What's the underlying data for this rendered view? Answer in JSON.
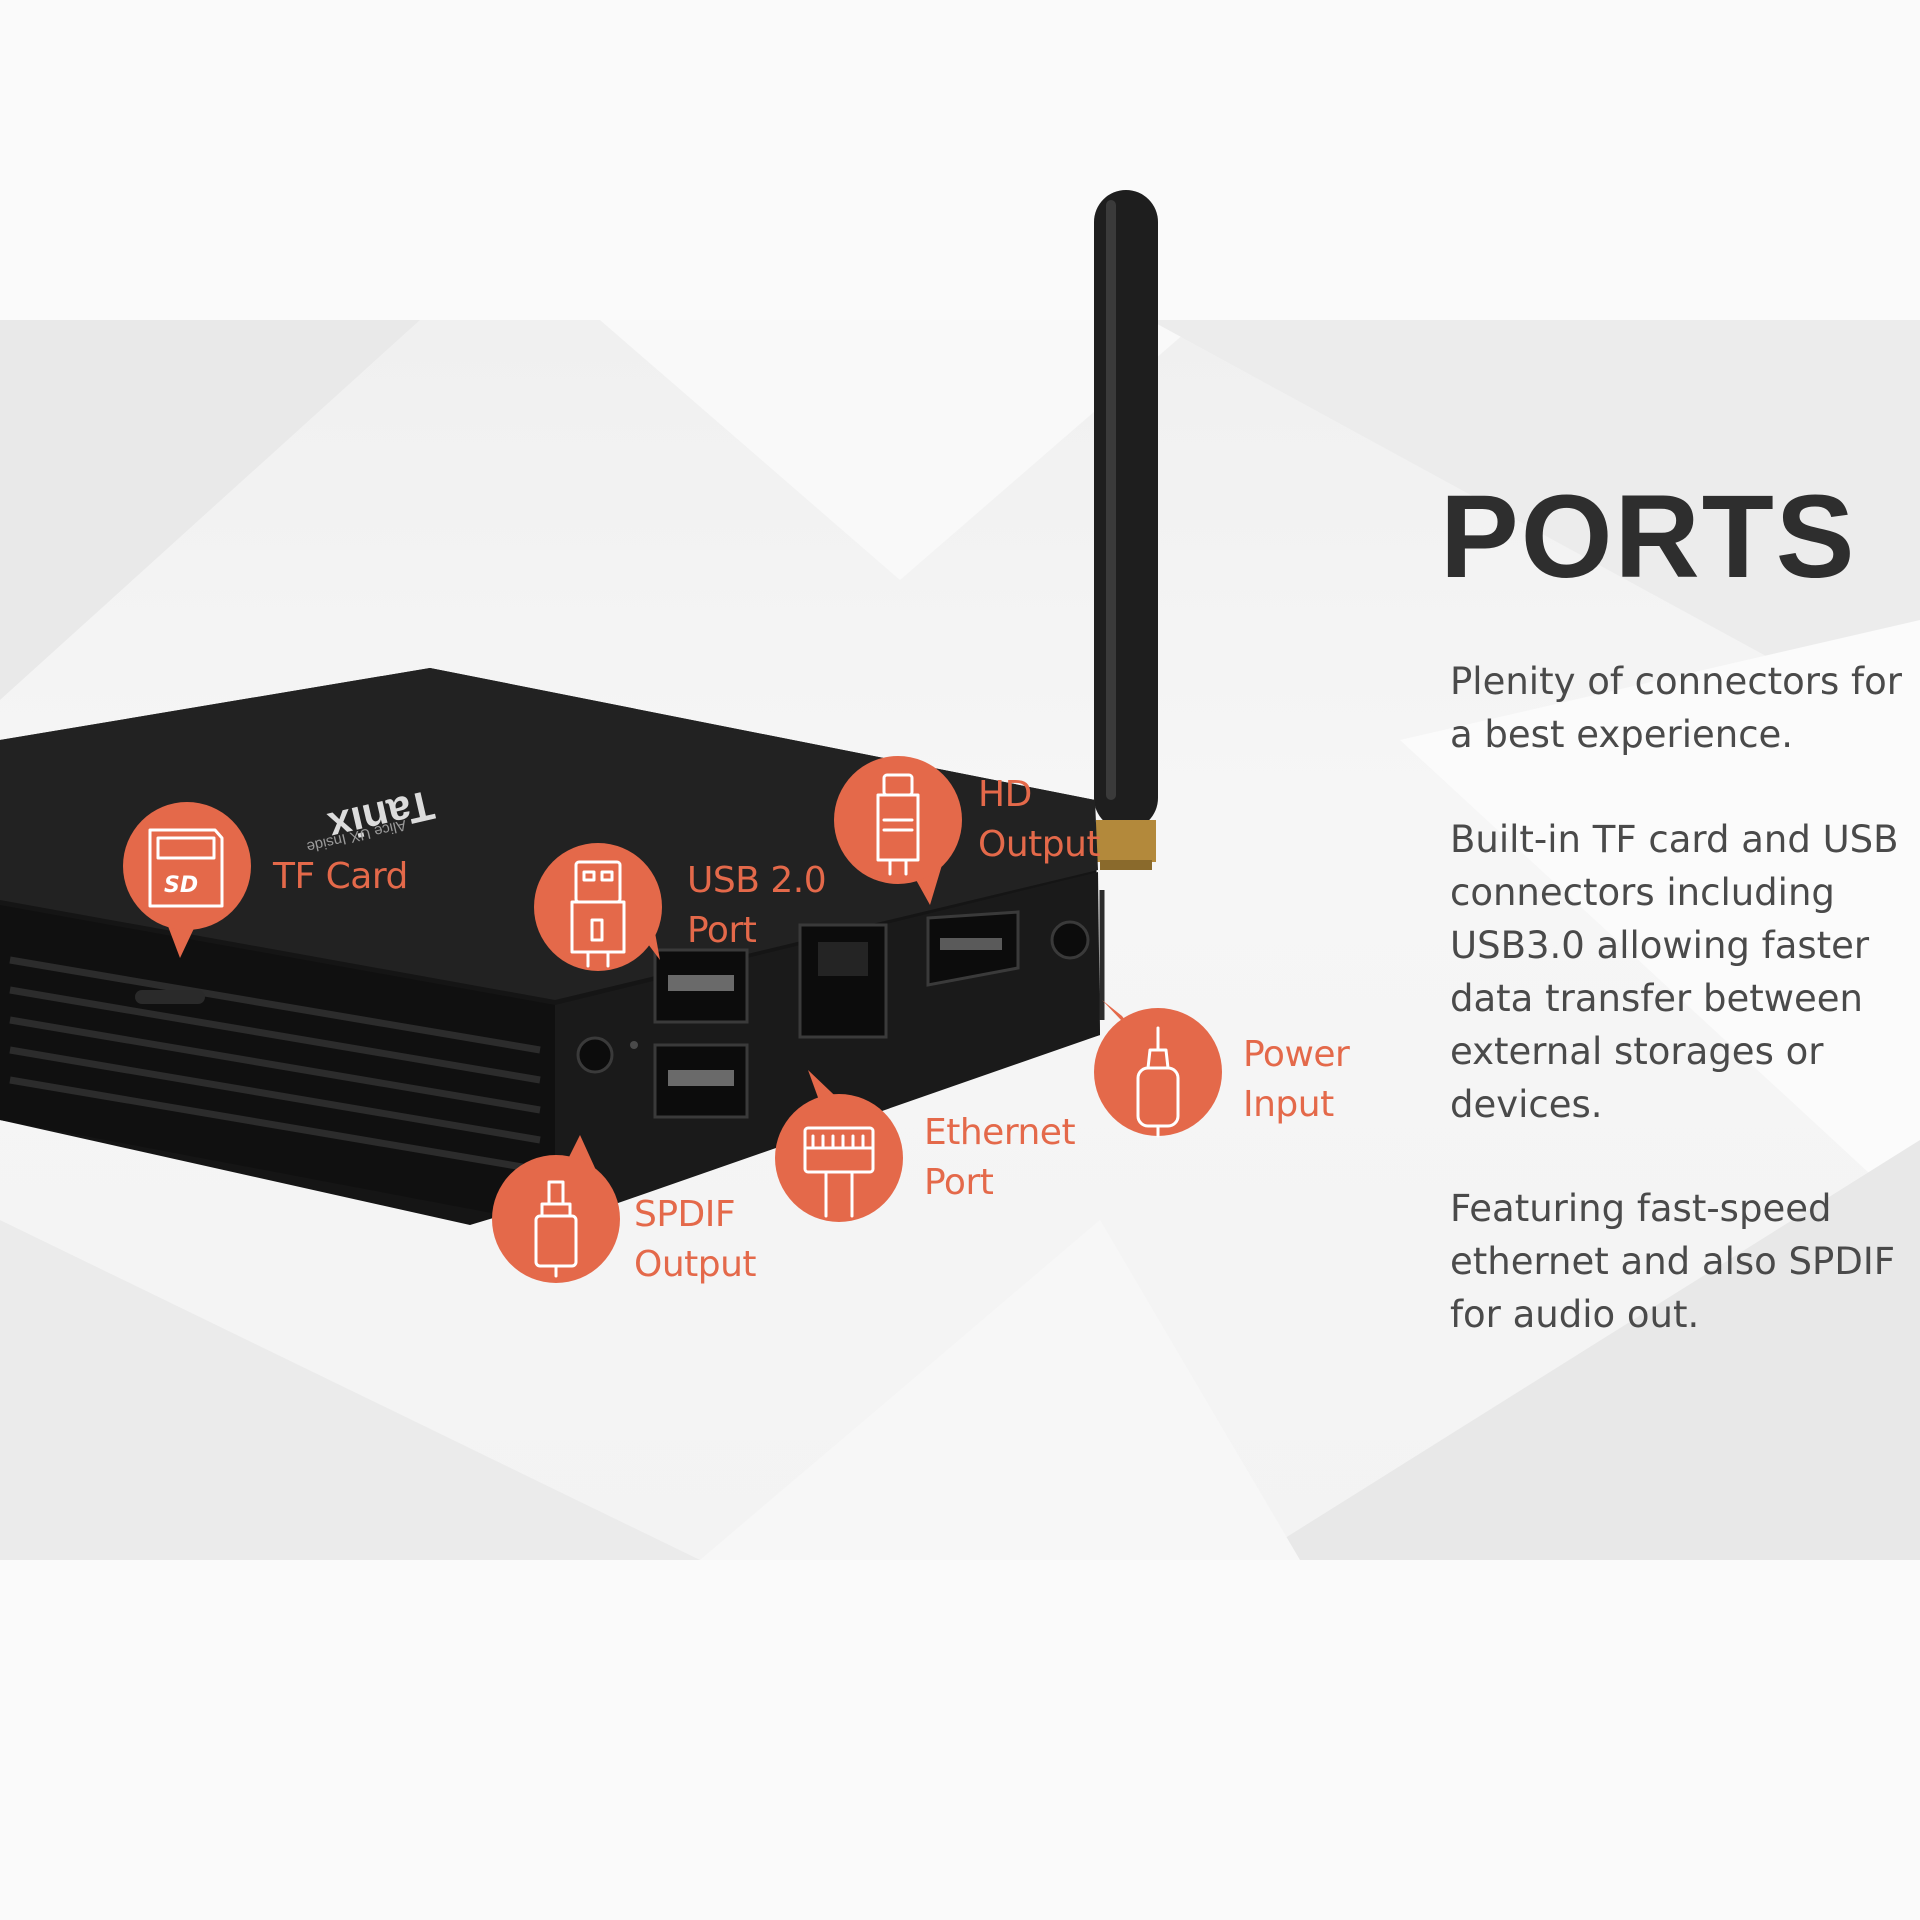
{
  "colors": {
    "accent": "#e4694a",
    "heading": "#2e2e2e",
    "body": "#4a4a4a",
    "device": "#1b1b1b"
  },
  "device": {
    "brand": "Tanix",
    "subtitle": "Alice UX Inside"
  },
  "callouts": [
    {
      "id": "tf-card",
      "icon": "sd-card-icon",
      "icon_text": "SD",
      "lines": [
        "TF Card"
      ]
    },
    {
      "id": "usb",
      "icon": "usb-icon",
      "lines": [
        "USB 2.0",
        "Port"
      ]
    },
    {
      "id": "hd",
      "icon": "hdmi-icon",
      "lines": [
        "HD",
        "Output"
      ]
    },
    {
      "id": "power",
      "icon": "power-plug-icon",
      "lines": [
        "Power",
        "Input"
      ]
    },
    {
      "id": "ethernet",
      "icon": "ethernet-icon",
      "lines": [
        "Ethernet",
        "Port"
      ]
    },
    {
      "id": "spdif",
      "icon": "spdif-icon",
      "lines": [
        "SPDIF",
        "Output"
      ]
    }
  ],
  "info": {
    "heading": "PORTS",
    "paragraphs": [
      [
        "Plenity of connectors for",
        "a best experience."
      ],
      [
        "Built-in TF card and USB",
        "connectors including",
        "USB3.0 allowing faster",
        "data transfer between",
        "external storages or",
        "devices."
      ],
      [
        "Featuring fast-speed",
        "ethernet and also SPDIF",
        "for audio out."
      ]
    ]
  }
}
